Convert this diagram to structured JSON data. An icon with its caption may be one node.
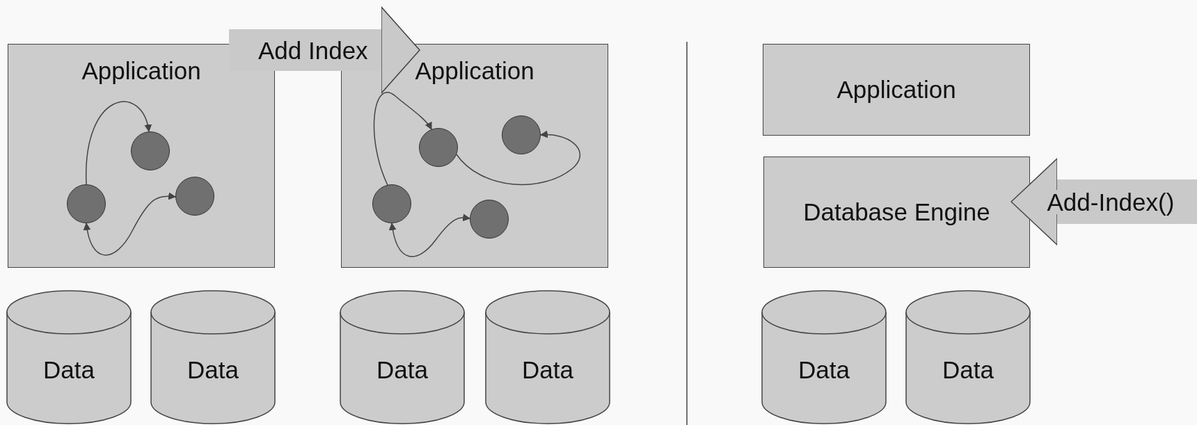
{
  "diagram": {
    "nodes": [
      {
        "text": [
          "Application"
        ]
      },
      {
        "text": [],
        "shape": "circle",
        "in": 0
      },
      {
        "text": [],
        "shape": "circle",
        "in": 0
      },
      {
        "text": [],
        "shape": "circle",
        "in": 0
      },
      {
        "text": [
          "Application"
        ]
      },
      {
        "text": [],
        "shape": "circle",
        "in": 4
      },
      {
        "text": [],
        "shape": "circle",
        "in": 4
      },
      {
        "text": [],
        "shape": "circle",
        "in": 4
      },
      {
        "text": [],
        "shape": "circle",
        "in": 4
      },
      {
        "text": [
          "Data"
        ]
      },
      {
        "text": [
          "Data"
        ]
      },
      {
        "text": [
          "Data"
        ]
      },
      {
        "text": [
          "Data"
        ]
      },
      {
        "text": [
          "Application"
        ]
      },
      {
        "text": [
          "Database Engine"
        ]
      },
      {
        "text": [
          "Data"
        ]
      },
      {
        "text": [
          "Data"
        ]
      }
    ],
    "edges": [
      {
        "from": 1,
        "to": 2,
        "arrow": "to"
      },
      {
        "from": 1,
        "to": 3,
        "arrow": "both"
      },
      {
        "from": 5,
        "to": 6,
        "arrow": "to"
      },
      {
        "from": 5,
        "to": 7,
        "arrow": "both"
      },
      {
        "from": 6,
        "to": 8,
        "arrow": "to"
      },
      {
        "from": 0,
        "to": 4,
        "arrow": "to",
        "label": "Add Index",
        "style": "thick",
        "color": "#c9c9c9"
      },
      {
        "from": null,
        "to": 14,
        "arrow": "to",
        "label": "Add-Index()",
        "style": "thick",
        "color": "#c9c9c9"
      }
    ]
  }
}
